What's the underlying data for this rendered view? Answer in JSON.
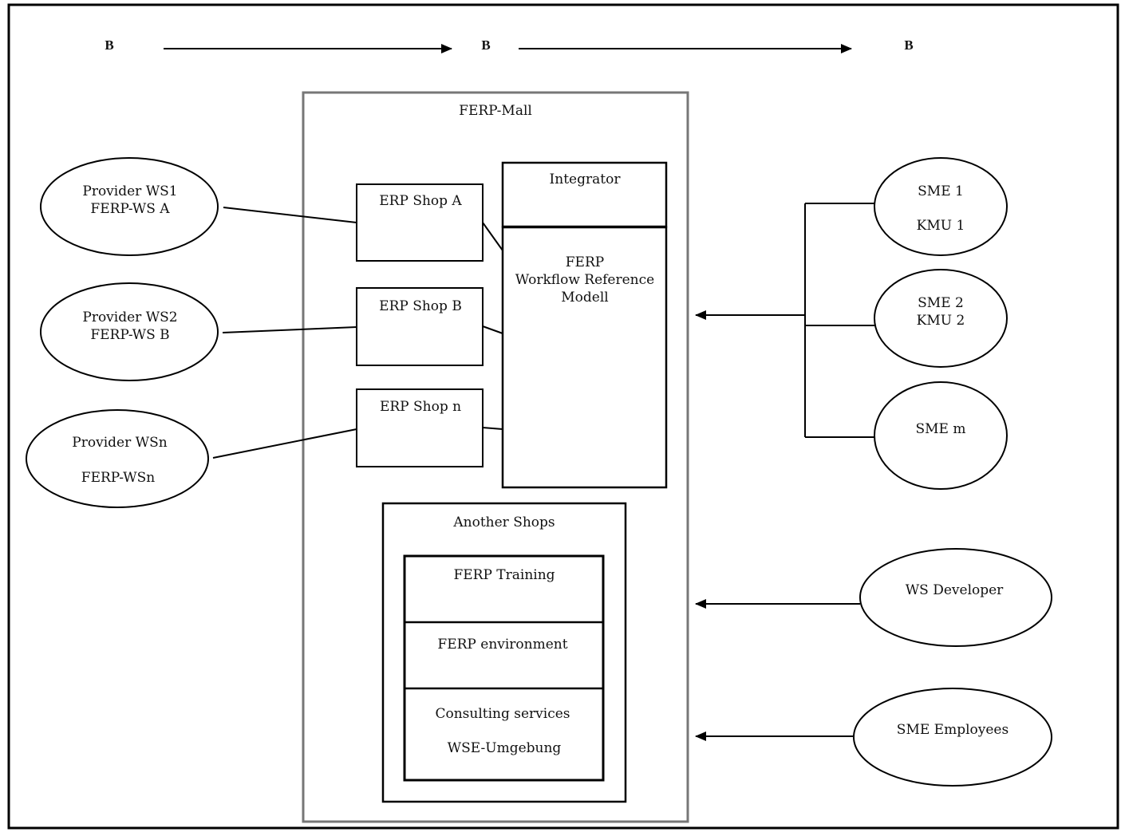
{
  "header": {
    "b_left": "B",
    "b_middle": "B",
    "b_right": "B"
  },
  "mall": {
    "title": "FERP-Mall",
    "integrator": "Integrator",
    "workflow": [
      "FERP",
      "Workflow Reference",
      "Modell"
    ],
    "shops": {
      "a": "ERP Shop A",
      "b": "ERP Shop B",
      "n": "ERP Shop n"
    },
    "another": {
      "title": "Another Shops",
      "training": "FERP Training",
      "environment": "FERP environment",
      "consulting": "Consulting services",
      "wse": "WSE-Umgebung"
    }
  },
  "providers": {
    "ws1": [
      "Provider WS1",
      "FERP-WS A"
    ],
    "ws2": [
      "Provider WS2",
      "FERP-WS B"
    ],
    "wsn": [
      "Provider WSn",
      "FERP-WSn"
    ]
  },
  "smes": {
    "sme1": [
      "SME 1",
      "KMU 1"
    ],
    "sme2": [
      "SME 2",
      "KMU 2"
    ],
    "smem": "SME m"
  },
  "actors": {
    "developer": "WS Developer",
    "employees": "SME Employees"
  }
}
